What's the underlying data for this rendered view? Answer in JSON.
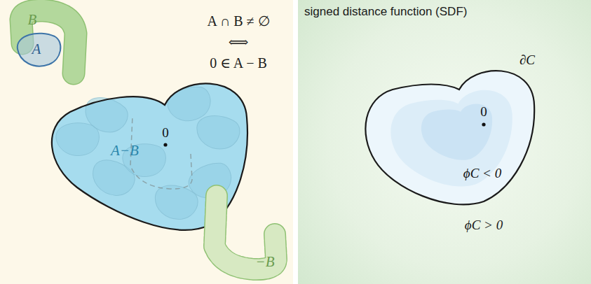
{
  "diagram": {
    "title": "signed distance function (SDF)",
    "nodes": [
      {
        "text": [
          "B"
        ]
      },
      {
        "text": [
          "A"
        ]
      },
      {
        "text": [
          "A−B",
          "0"
        ]
      },
      {
        "text": [
          "−B"
        ]
      },
      {
        "text": [
          "∂C",
          "0",
          "ϕC < 0"
        ]
      }
    ],
    "labels": [
      "A ∩ B ≠ ∅",
      "⟺",
      "0 ∈ A − B",
      "ϕC > 0"
    ]
  }
}
